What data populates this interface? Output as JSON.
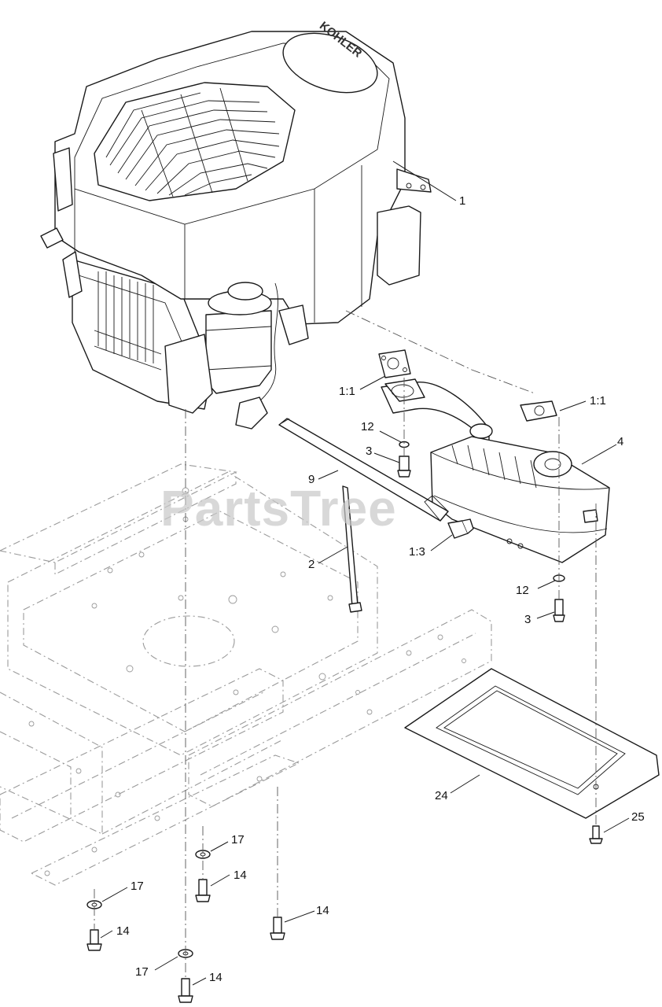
{
  "brand_text": "KOHLER",
  "watermark": "PartsTree",
  "callouts": [
    {
      "id": "c-1",
      "text": "1"
    },
    {
      "id": "c-1-1-left",
      "text": "1:1"
    },
    {
      "id": "c-1-1-right",
      "text": "1:1"
    },
    {
      "id": "c-12-upper",
      "text": "12"
    },
    {
      "id": "c-3-upper",
      "text": "3"
    },
    {
      "id": "c-4",
      "text": "4"
    },
    {
      "id": "c-9",
      "text": "9"
    },
    {
      "id": "c-2",
      "text": "2"
    },
    {
      "id": "c-1-3",
      "text": "1:3"
    },
    {
      "id": "c-12-lower",
      "text": "12"
    },
    {
      "id": "c-3-lower",
      "text": "3"
    },
    {
      "id": "c-24",
      "text": "24"
    },
    {
      "id": "c-25",
      "text": "25"
    },
    {
      "id": "c-17-a",
      "text": "17"
    },
    {
      "id": "c-14-a",
      "text": "14"
    },
    {
      "id": "c-17-b",
      "text": "17"
    },
    {
      "id": "c-14-b",
      "text": "14"
    },
    {
      "id": "c-14-c",
      "text": "14"
    },
    {
      "id": "c-17-c",
      "text": "17"
    },
    {
      "id": "c-14-d",
      "text": "14"
    }
  ]
}
